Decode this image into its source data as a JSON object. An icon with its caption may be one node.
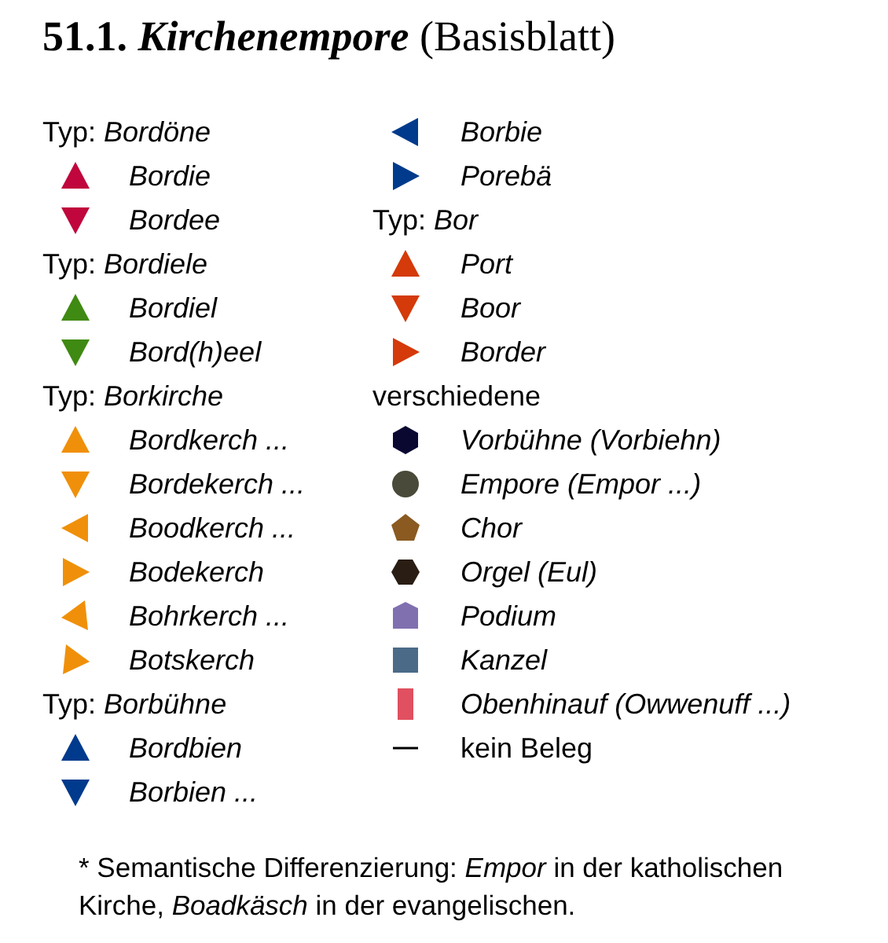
{
  "diagram": {
    "title": "51.1. *Kirchenempore* (Basisblatt)",
    "caption": "* Semantische Differenzierung: *Empor* in der katholischen Kirche, *Boadkäsch* in der evangelischen.",
    "labels": [
      "Typ: *Bordöne*",
      "Typ: *Bordiele*",
      "Typ: *Borkirche*",
      "Typ: *Borbühne*",
      "Typ: *Bor*",
      "verschiedene"
    ],
    "legend": [
      {
        "text": "Bordie",
        "color": "#c0063c"
      },
      {
        "text": "Bordee",
        "color": "#c0063c"
      },
      {
        "text": "Bordiel",
        "color": "#3f8a12"
      },
      {
        "text": "*Bord*(*h*)*eel*",
        "color": "#3f8a12"
      },
      {
        "text": "Bordkerch ...",
        "color": "#f0900a"
      },
      {
        "text": "Bordekerch ...",
        "color": "#f0900a"
      },
      {
        "text": "Boodkerch ...",
        "color": "#f0900a"
      },
      {
        "text": "Bodekerch",
        "color": "#f0900a"
      },
      {
        "text": "Bohrkerch ...",
        "color": "#f0900a"
      },
      {
        "text": "Botskerch",
        "color": "#f0900a"
      },
      {
        "text": "Bordbien",
        "color": "#003a8c"
      },
      {
        "text": "Borbien ...",
        "color": "#003a8c"
      },
      {
        "text": "Borbie",
        "color": "#003a8c"
      },
      {
        "text": "Porebä",
        "color": "#003a8c"
      },
      {
        "text": "Port",
        "color": "#d43a0a"
      },
      {
        "text": "Boor",
        "color": "#d43a0a"
      },
      {
        "text": "Border",
        "color": "#d43a0a"
      },
      {
        "text": "*Vorbühne* (*Vorbiehn*)",
        "color": "#0a0830"
      },
      {
        "text": "*Empore* (*Empor ...*)",
        "color": "#4a4a3a"
      },
      {
        "text": "Chor",
        "color": "#8a5a20"
      },
      {
        "text": "*Orgel* (*Eul*)",
        "color": "#2a1e14"
      },
      {
        "text": "Podium",
        "color": "#8070b0"
      },
      {
        "text": "Kanzel",
        "color": "#4a6a88"
      },
      {
        "text": "*Obenhinauf* (*Owwenuff ...*)",
        "color": "#e05060"
      },
      {
        "text": "kein Beleg"
      }
    ]
  }
}
